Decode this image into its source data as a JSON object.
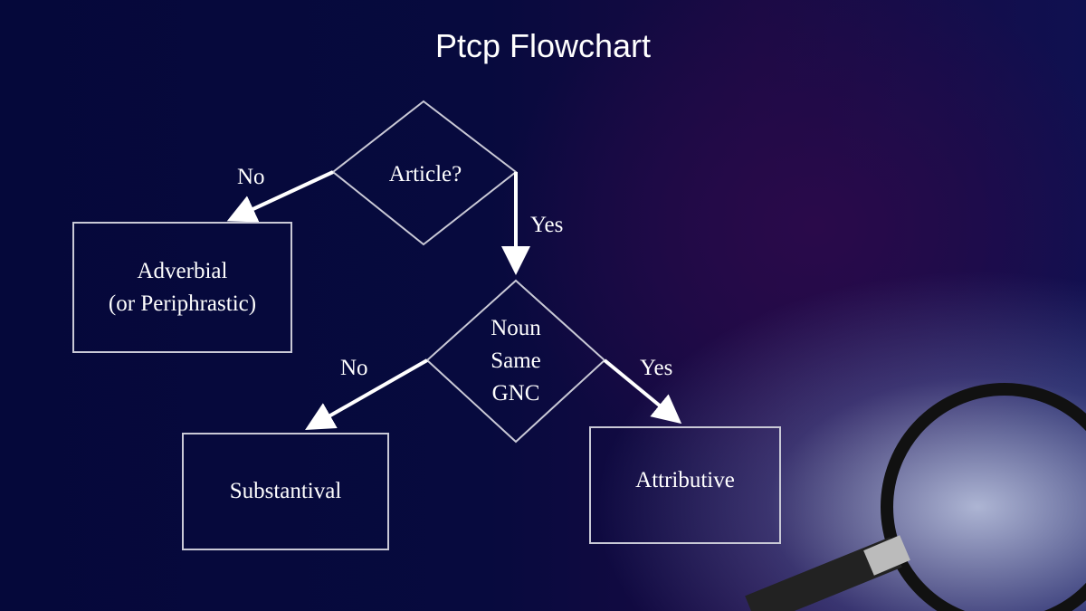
{
  "title": "Ptcp Flowchart",
  "nodes": {
    "article": "Article?",
    "noun_same_gnc": [
      "Noun",
      "Same",
      "GNC"
    ],
    "adverbial": [
      "Adverbial",
      "(or Periphrastic)"
    ],
    "substantival": "Substantival",
    "attributive": "Attributive"
  },
  "edges": {
    "article_no": "No",
    "article_yes": "Yes",
    "noun_no": "No",
    "noun_yes": "Yes"
  }
}
